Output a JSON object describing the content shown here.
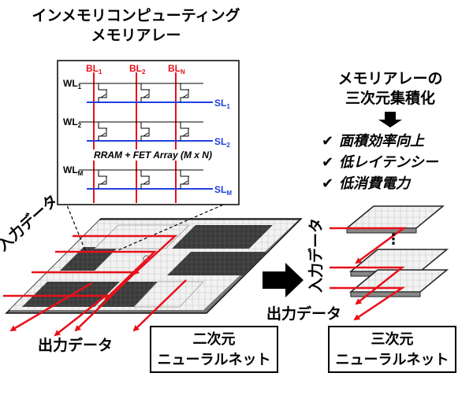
{
  "title": {
    "line1": "インメモリコンピューティング",
    "line2": "メモリアレー"
  },
  "array": {
    "bitlines": [
      "BL",
      "BL",
      "BL"
    ],
    "bitline_subs": [
      "1",
      "2",
      "N"
    ],
    "wordlines": [
      "WL",
      "WL",
      "WL"
    ],
    "wordline_subs": [
      "1",
      "2",
      "M"
    ],
    "sourcelines": [
      "SL",
      "SL",
      "SL"
    ],
    "sourceline_subs": [
      "1",
      "2",
      "M"
    ],
    "caption": "RRAM + FET Array (M x N)"
  },
  "stack_3d": {
    "line1": "メモリアレーの",
    "line2": "三次元集積化",
    "benefits": [
      "面積効率向上",
      "低レイテンシー",
      "低消費電力"
    ],
    "check_mark": "✔",
    "dots": "⋮"
  },
  "labels": {
    "input_left": "入力データ",
    "output_left": "出力データ",
    "input_right": "入力データ",
    "output_right": "出力データ"
  },
  "boxes": {
    "two_d_line1": "二次元",
    "two_d_line2": "ニューラルネット",
    "three_d_line1": "三次元",
    "three_d_line2": "ニューラルネット"
  },
  "colors": {
    "bitline": "#e8101a",
    "sourceline": "#2040e0",
    "arrow": "#e8101a",
    "chip": "#333333"
  }
}
